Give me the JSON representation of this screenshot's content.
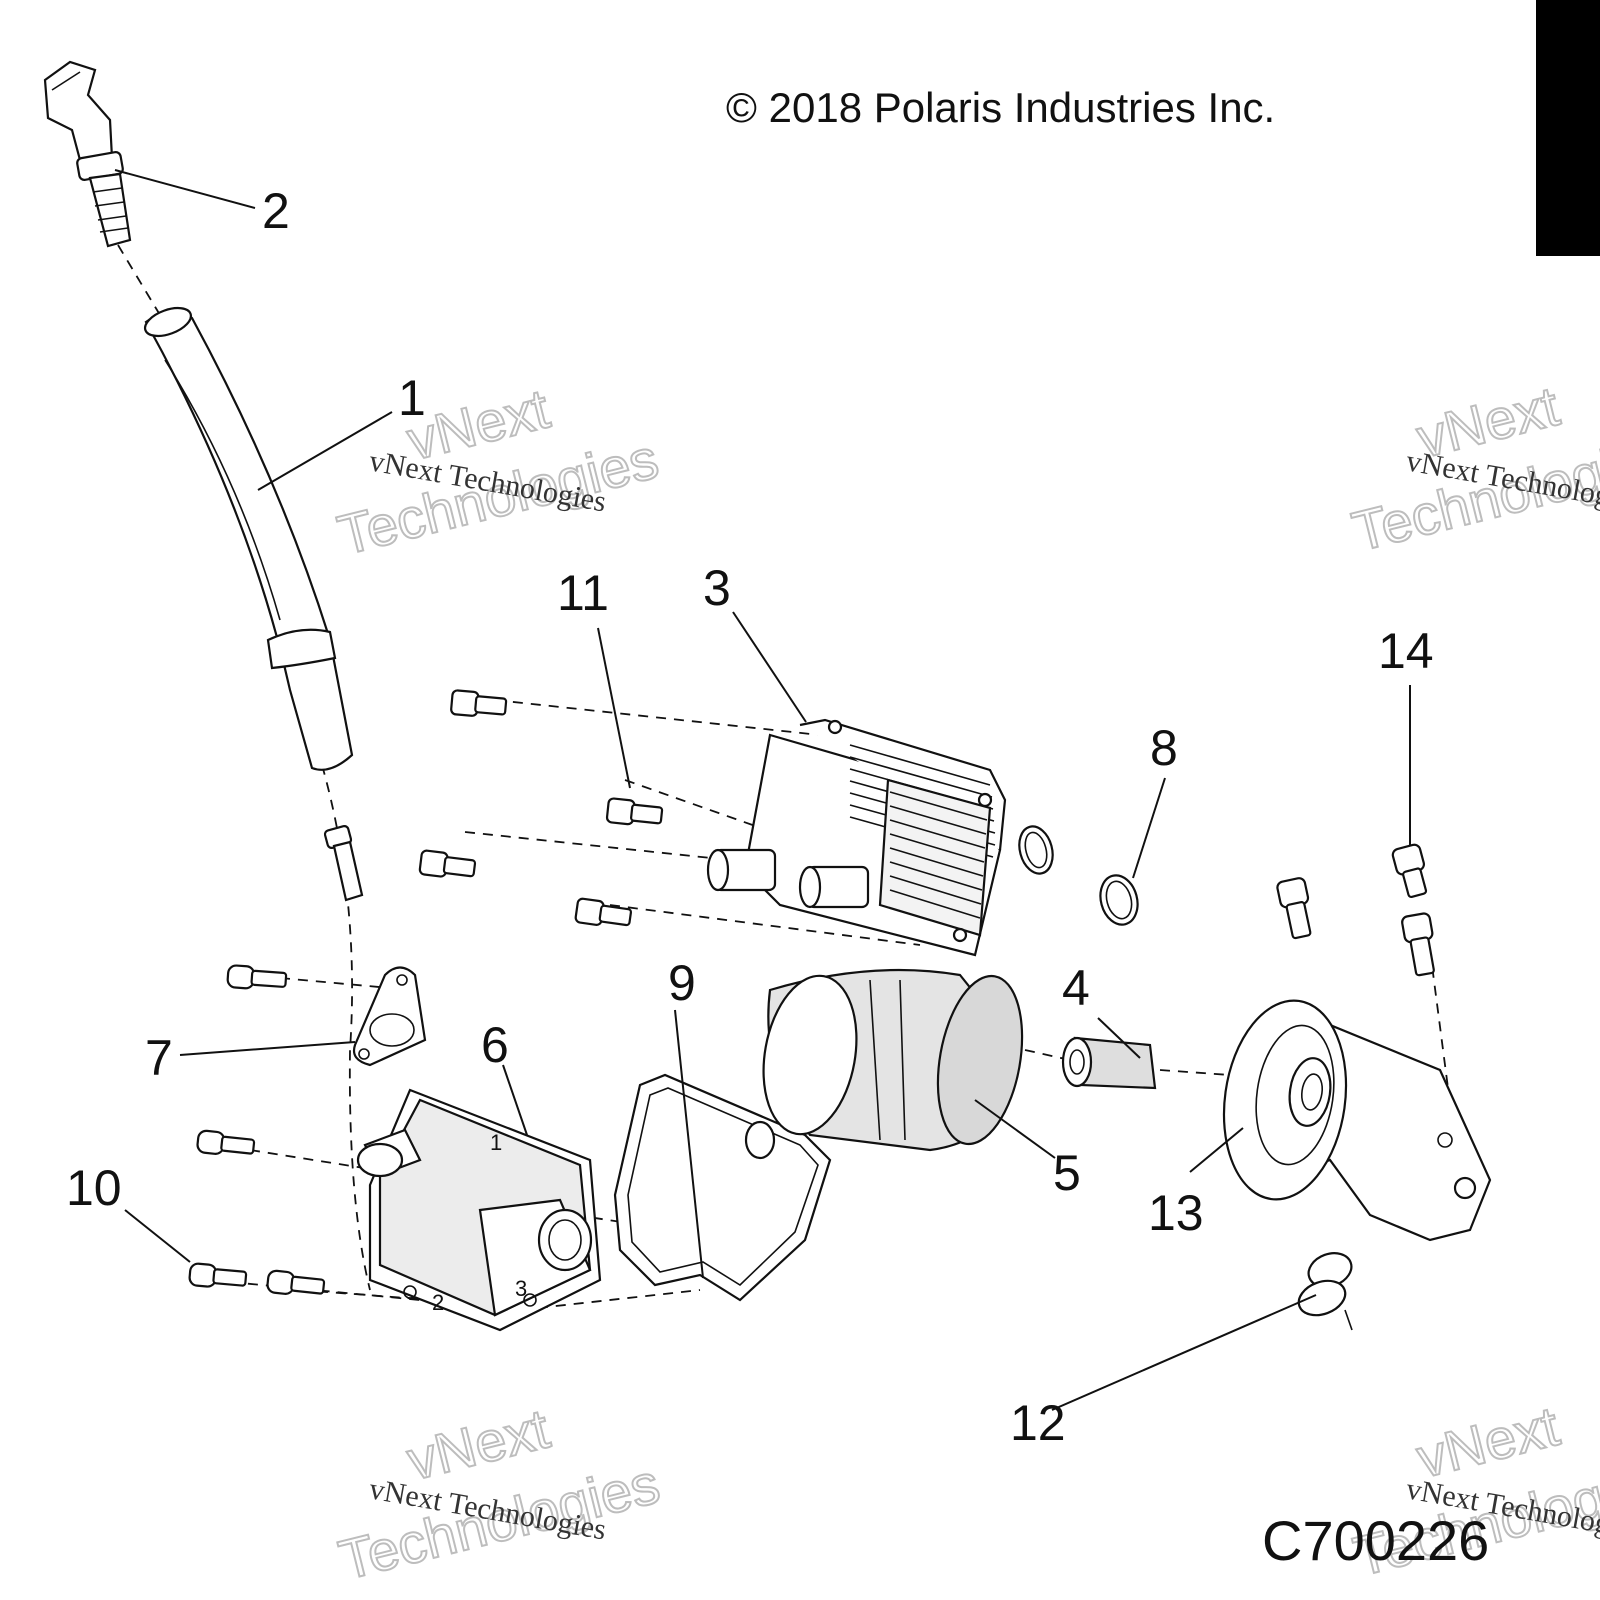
{
  "copyright": "© 2018 Polaris Industries Inc.",
  "drawing_id": "C700226",
  "watermark": {
    "line1": "vNext",
    "line2": "Technologies",
    "small": "vNext Technologies"
  },
  "callouts": {
    "c1": "1",
    "c2": "2",
    "c3": "3",
    "c4": "4",
    "c5": "5",
    "c6": "6",
    "c7": "7",
    "c8": "8",
    "c9": "9",
    "c10": "10",
    "c11": "11",
    "c12": "12",
    "c13": "13",
    "c14": "14"
  },
  "part_markings": {
    "m1": "1",
    "m2": "2",
    "m3": "3"
  }
}
